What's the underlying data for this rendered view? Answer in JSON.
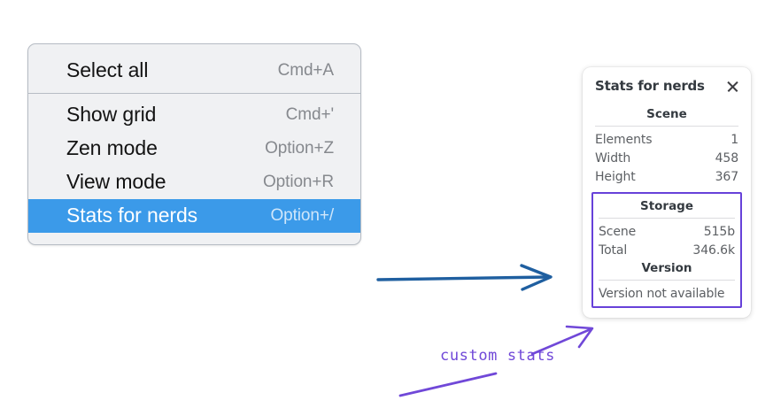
{
  "context_menu": {
    "groups": [
      {
        "items": [
          {
            "label": "Select all",
            "shortcut": "Cmd+A",
            "selected": false
          }
        ]
      },
      {
        "items": [
          {
            "label": "Show grid",
            "shortcut": "Cmd+'",
            "selected": false
          },
          {
            "label": "Zen mode",
            "shortcut": "Option+Z",
            "selected": false
          },
          {
            "label": "View mode",
            "shortcut": "Option+R",
            "selected": false
          },
          {
            "label": "Stats for nerds",
            "shortcut": "Option+/",
            "selected": true
          }
        ]
      }
    ]
  },
  "stats_panel": {
    "title": "Stats for nerds",
    "close_icon": "close-icon",
    "scene": {
      "heading": "Scene",
      "rows": [
        {
          "key": "Elements",
          "value": "1"
        },
        {
          "key": "Width",
          "value": "458"
        },
        {
          "key": "Height",
          "value": "367"
        }
      ]
    },
    "storage": {
      "heading": "Storage",
      "rows": [
        {
          "key": "Scene",
          "value": "515b"
        },
        {
          "key": "Total",
          "value": "346.6k"
        }
      ]
    },
    "version": {
      "heading": "Version",
      "text": "Version not available"
    }
  },
  "annotations": {
    "custom_stats_label": "custom stats",
    "arrow_blue_color": "#1f5fa0",
    "arrow_purple_color": "#7048d8"
  },
  "colors": {
    "menu_background": "#f0f1f3",
    "menu_border": "#b6bcc4",
    "selection_blue": "#3b9ae9",
    "accent_purple": "#6741d9",
    "panel_background": "#ffffff",
    "text_primary": "#131313",
    "text_muted": "#86898e"
  }
}
